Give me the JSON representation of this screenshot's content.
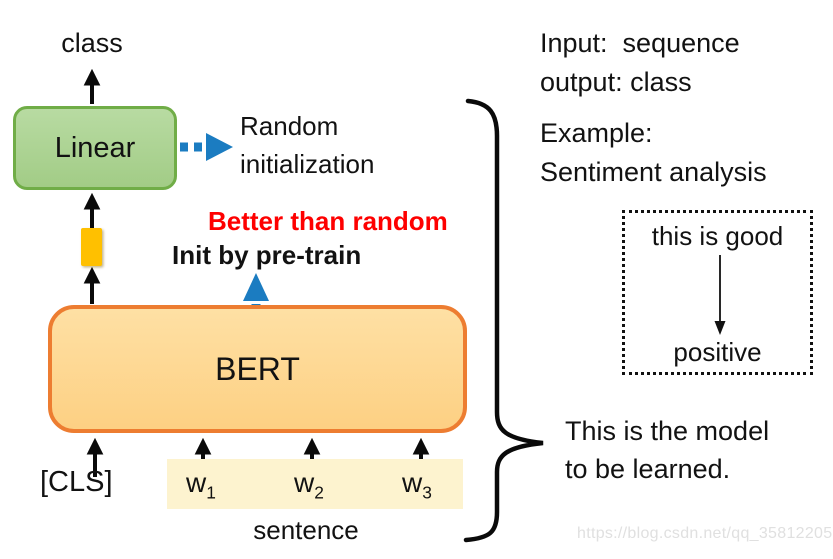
{
  "diagram": {
    "class_label": "class",
    "linear_label": "Linear",
    "bert_label": "BERT",
    "cls_label": "[CLS]",
    "tokens": [
      {
        "base": "w",
        "sub": "1"
      },
      {
        "base": "w",
        "sub": "2"
      },
      {
        "base": "w",
        "sub": "3"
      }
    ],
    "sentence_label": "sentence"
  },
  "annotations": {
    "random_initialization": "Random initialization",
    "better_than_random": "Better than random",
    "init_by_pretrain": "Init by pre-train",
    "io_note": "Input:  sequence\noutput: class",
    "example_note": "Example:\nSentiment analysis",
    "model_note": "This is the model\nto be learned."
  },
  "example_box": {
    "input_text": "this is good",
    "output_text": "positive"
  },
  "watermark": "https://blog.csdn.net/qq_35812205",
  "colors": {
    "linear_fill": "#a9d18e",
    "linear_border": "#70ad47",
    "bert_fill": "#fdd68c",
    "bert_border": "#ed7d31",
    "connector_gold": "#ffc000",
    "sentence_strip": "#fdf3cf",
    "arrow_blue": "#1b7cc1",
    "emphasis_red": "#fe0000",
    "text": "#121212",
    "watermark_gray": "#e0e0e0"
  }
}
